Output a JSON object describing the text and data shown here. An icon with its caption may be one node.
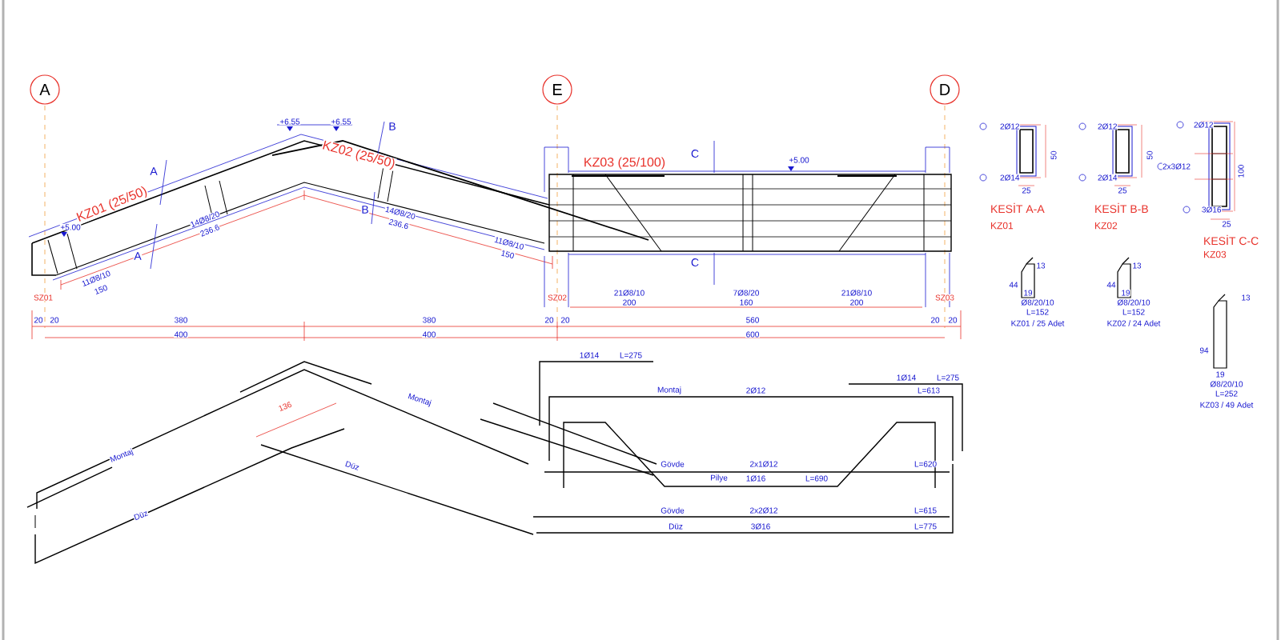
{
  "diagram": {
    "nodes": [
      {
        "text": [
          "A"
        ]
      },
      {
        "text": [
          "E"
        ]
      },
      {
        "text": [
          "D"
        ]
      }
    ],
    "labels": [
      "KZ01 (25/50)",
      "A",
      "A",
      "KZ02 (25/50)",
      "B",
      "B",
      "KZ03 (25/100)",
      "C",
      "C",
      "+6.55",
      "+6.55",
      "+5.00",
      "+5.00",
      "SZ01",
      "SZ02",
      "SZ03",
      "11Ø8/10",
      "150",
      "14Ø8/20",
      "236.6",
      "14Ø8/20",
      "236.6",
      "11Ø8/10",
      "150",
      "21Ø8/10",
      "200",
      "7Ø8/20",
      "160",
      "21Ø8/10",
      "200",
      "20",
      "20",
      "380",
      "380",
      "20",
      "20",
      "560",
      "20",
      "20",
      "400",
      "400",
      "600",
      "2Ø12",
      "2Ø14",
      "50",
      "25",
      "KESİT A-A",
      "KZ01",
      "2Ø12",
      "2Ø14",
      "50",
      "25",
      "KESİT B-B",
      "KZ02",
      "2Ø12",
      "2x3Ø12",
      "3Ø16",
      "100",
      "25",
      "KESİT C-C",
      "KZ03",
      "13",
      "44",
      "19",
      "Ø8/20/10",
      "L=152",
      "KZ01 / 25 Adet",
      "13",
      "44",
      "19",
      "Ø8/20/10",
      "L=152",
      "KZ02 / 24 Adet",
      "13",
      "94",
      "19",
      "Ø8/20/10",
      "L=252",
      "KZ03 / 49 Adet",
      "Montaj",
      "Düz",
      "Montaj",
      "Düz",
      "Montaj",
      "2Ø12",
      "L=613",
      "Gövde",
      "2x1Ø12",
      "L=620",
      "Pilye",
      "1Ø16",
      "L=690",
      "Gövde",
      "2x2Ø12",
      "L=615",
      "Düz",
      "3Ø16",
      "L=775",
      "1Ø14",
      "L=275",
      "1Ø14",
      "L=275",
      "136"
    ]
  }
}
